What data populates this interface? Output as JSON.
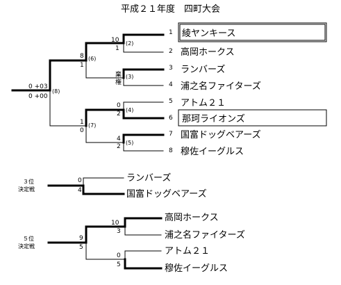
{
  "title": "平成２１年度　四町大会",
  "teams": [
    {
      "seed": "1",
      "name": "綾ヤンキース",
      "boxed": true
    },
    {
      "seed": "2",
      "name": "高岡ホークス",
      "boxed": false
    },
    {
      "seed": "3",
      "name": "ランバーズ",
      "boxed": false
    },
    {
      "seed": "4",
      "name": "浦之名ファイターズ",
      "boxed": false
    },
    {
      "seed": "5",
      "name": "アトム２１",
      "boxed": false
    },
    {
      "seed": "6",
      "name": "那珂ライオンズ",
      "boxed": true
    },
    {
      "seed": "7",
      "name": "国富ドッグベアーズ",
      "boxed": false
    },
    {
      "seed": "8",
      "name": "穆佐イーグルス",
      "boxed": false
    }
  ],
  "games": {
    "g2": {
      "label": "(2)",
      "top": "10",
      "bottom": "1"
    },
    "g3": {
      "label": "(3)",
      "top": "棄",
      "bottom": "権"
    },
    "g4": {
      "label": "(4)",
      "top": "0",
      "bottom": "2"
    },
    "g5": {
      "label": "(5)",
      "top": "4",
      "bottom": "2"
    },
    "g6": {
      "label": "(6)",
      "top": "8",
      "bottom": "1"
    },
    "g7": {
      "label": "(7)",
      "top": "1",
      "bottom": "0"
    },
    "g8": {
      "label": "(8)",
      "top": "0 +03",
      "bottom": "0 +00"
    }
  },
  "third_place": {
    "label_line1": "３位",
    "label_line2": "決定戦",
    "top_name": "ランバーズ",
    "top_score": "0",
    "bottom_name": "国富ドッグベアーズ",
    "bottom_score": "4"
  },
  "fifth_place": {
    "label_line1": "５位",
    "label_line2": "決定戦",
    "final_top": "9",
    "final_bottom": "5",
    "semi1_top": "10",
    "semi1_bottom": "3",
    "semi2_top": "0",
    "semi2_bottom": "5",
    "teams": [
      "高岡ホークス",
      "浦之名ファイターズ",
      "アトム２１",
      "穆佐イーグルス"
    ]
  }
}
